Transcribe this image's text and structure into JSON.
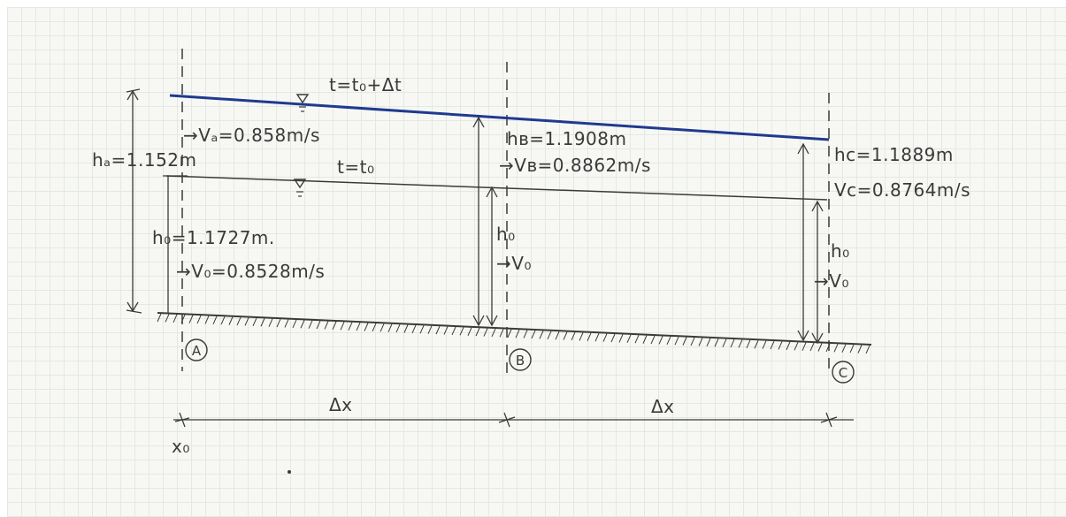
{
  "labels": {
    "t_new": "t=t₀+Δt",
    "t_old": "t=t₀",
    "vA": "→Vₐ=0.858m/s",
    "hA": "hₐ=1.152m",
    "h0_val": "h₀=1.1727m.",
    "v0_val": "→V₀=0.8528m/s",
    "hB": "hʙ=1.1908m",
    "vB": "→Vʙ=0.8862m/s",
    "hC": "hc=1.1889m",
    "vC": "Vc=0.8764m/s",
    "h0_B": "h₀",
    "v0_B": "→V₀",
    "h0_C": "h₀",
    "v0_C": "→V₀",
    "node_A": "A",
    "node_B": "B",
    "node_C": "C",
    "dx1": "Δx",
    "dx2": "Δx",
    "x0": "x₀"
  },
  "colors": {
    "new_surface": "#1f3a8f",
    "ink": "#3a3a3a"
  }
}
